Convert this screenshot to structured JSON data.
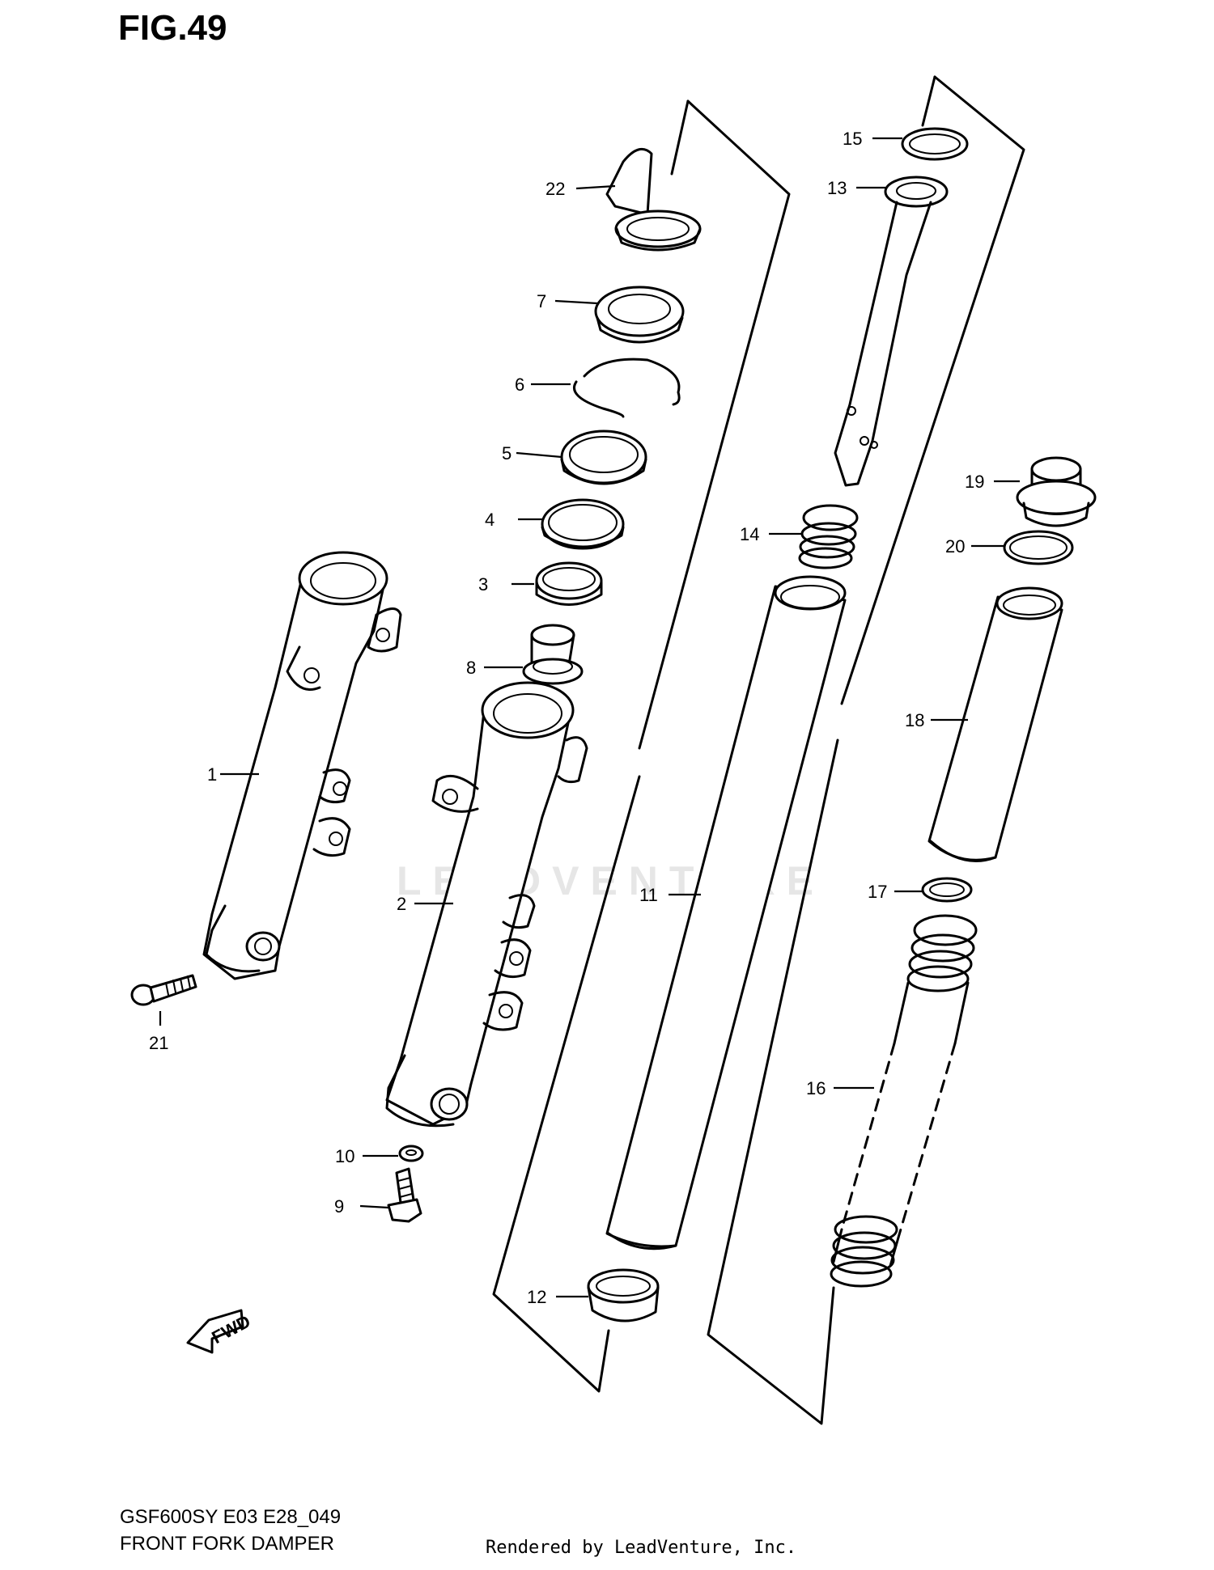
{
  "figure_title": "FIG.49",
  "model_code": "GSF600SY E03 E28_049",
  "section_name": "FRONT FORK DAMPER",
  "render_credit": "Rendered by LeadVenture, Inc.",
  "watermark_text": "LEADVENTURE",
  "fwd_label": "FWD",
  "callouts": [
    {
      "id": "callout-1",
      "text": "1"
    },
    {
      "id": "callout-2",
      "text": "2"
    },
    {
      "id": "callout-3",
      "text": "3"
    },
    {
      "id": "callout-4",
      "text": "4"
    },
    {
      "id": "callout-5",
      "text": "5"
    },
    {
      "id": "callout-6",
      "text": "6"
    },
    {
      "id": "callout-7",
      "text": "7"
    },
    {
      "id": "callout-8",
      "text": "8"
    },
    {
      "id": "callout-9",
      "text": "9"
    },
    {
      "id": "callout-10",
      "text": "10"
    },
    {
      "id": "callout-11",
      "text": "11"
    },
    {
      "id": "callout-12",
      "text": "12"
    },
    {
      "id": "callout-13",
      "text": "13"
    },
    {
      "id": "callout-14",
      "text": "14"
    },
    {
      "id": "callout-15",
      "text": "15"
    },
    {
      "id": "callout-16",
      "text": "16"
    },
    {
      "id": "callout-17",
      "text": "17"
    },
    {
      "id": "callout-18",
      "text": "18"
    },
    {
      "id": "callout-19",
      "text": "19"
    },
    {
      "id": "callout-20",
      "text": "20"
    },
    {
      "id": "callout-21",
      "text": "21"
    },
    {
      "id": "callout-22",
      "text": "22"
    }
  ]
}
